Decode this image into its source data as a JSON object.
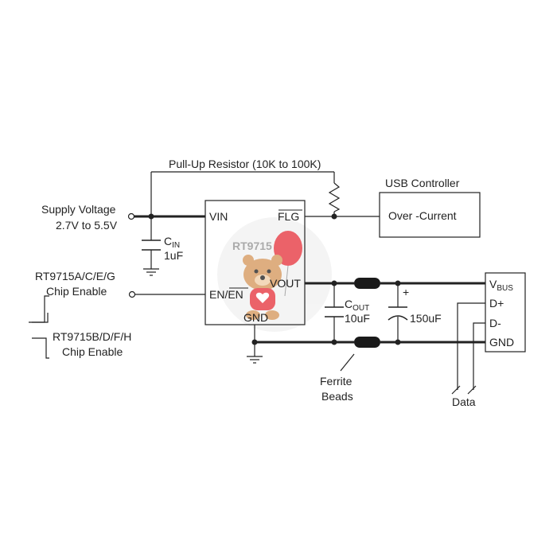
{
  "labels": {
    "pullup": "Pull-Up Resistor (10K to 100K)",
    "usb_controller": "USB Controller",
    "over_current": "Over -Current",
    "supply_line1": "Supply Voltage",
    "supply_line2": "2.7V to 5.5V",
    "cin_main": "C",
    "cin_sub": "IN",
    "cin_value": "1uF",
    "chip_name": "RT9715",
    "pin_vin": "VIN",
    "pin_flg": "FLG",
    "pin_vout": "VOUT",
    "pin_en": "EN/",
    "pin_en_bar": "EN",
    "pin_gnd": "GND",
    "enable_a_line1": "RT9715A/C/E/G",
    "enable_a_line2": "Chip Enable",
    "enable_b_line1": "RT9715B/D/F/H",
    "enable_b_line2": "Chip Enable",
    "cout_main": "C",
    "cout_sub": "OUT",
    "cout_value": "10uF",
    "bulk_value": "150uF",
    "plus": "+",
    "vbus_main": "V",
    "vbus_sub": "BUS",
    "dplus": "D+",
    "dminus": "D-",
    "usb_gnd": "GND",
    "ferrite_line1": "Ferrite",
    "ferrite_line2": "Beads",
    "data": "Data"
  },
  "colors": {
    "wire": "#222222",
    "bead": "#1a1a1a",
    "watermark_balloon": "#e8474f",
    "watermark_bear": "#d9a06a"
  },
  "watermark": "teddy-bear-with-heart-balloon"
}
